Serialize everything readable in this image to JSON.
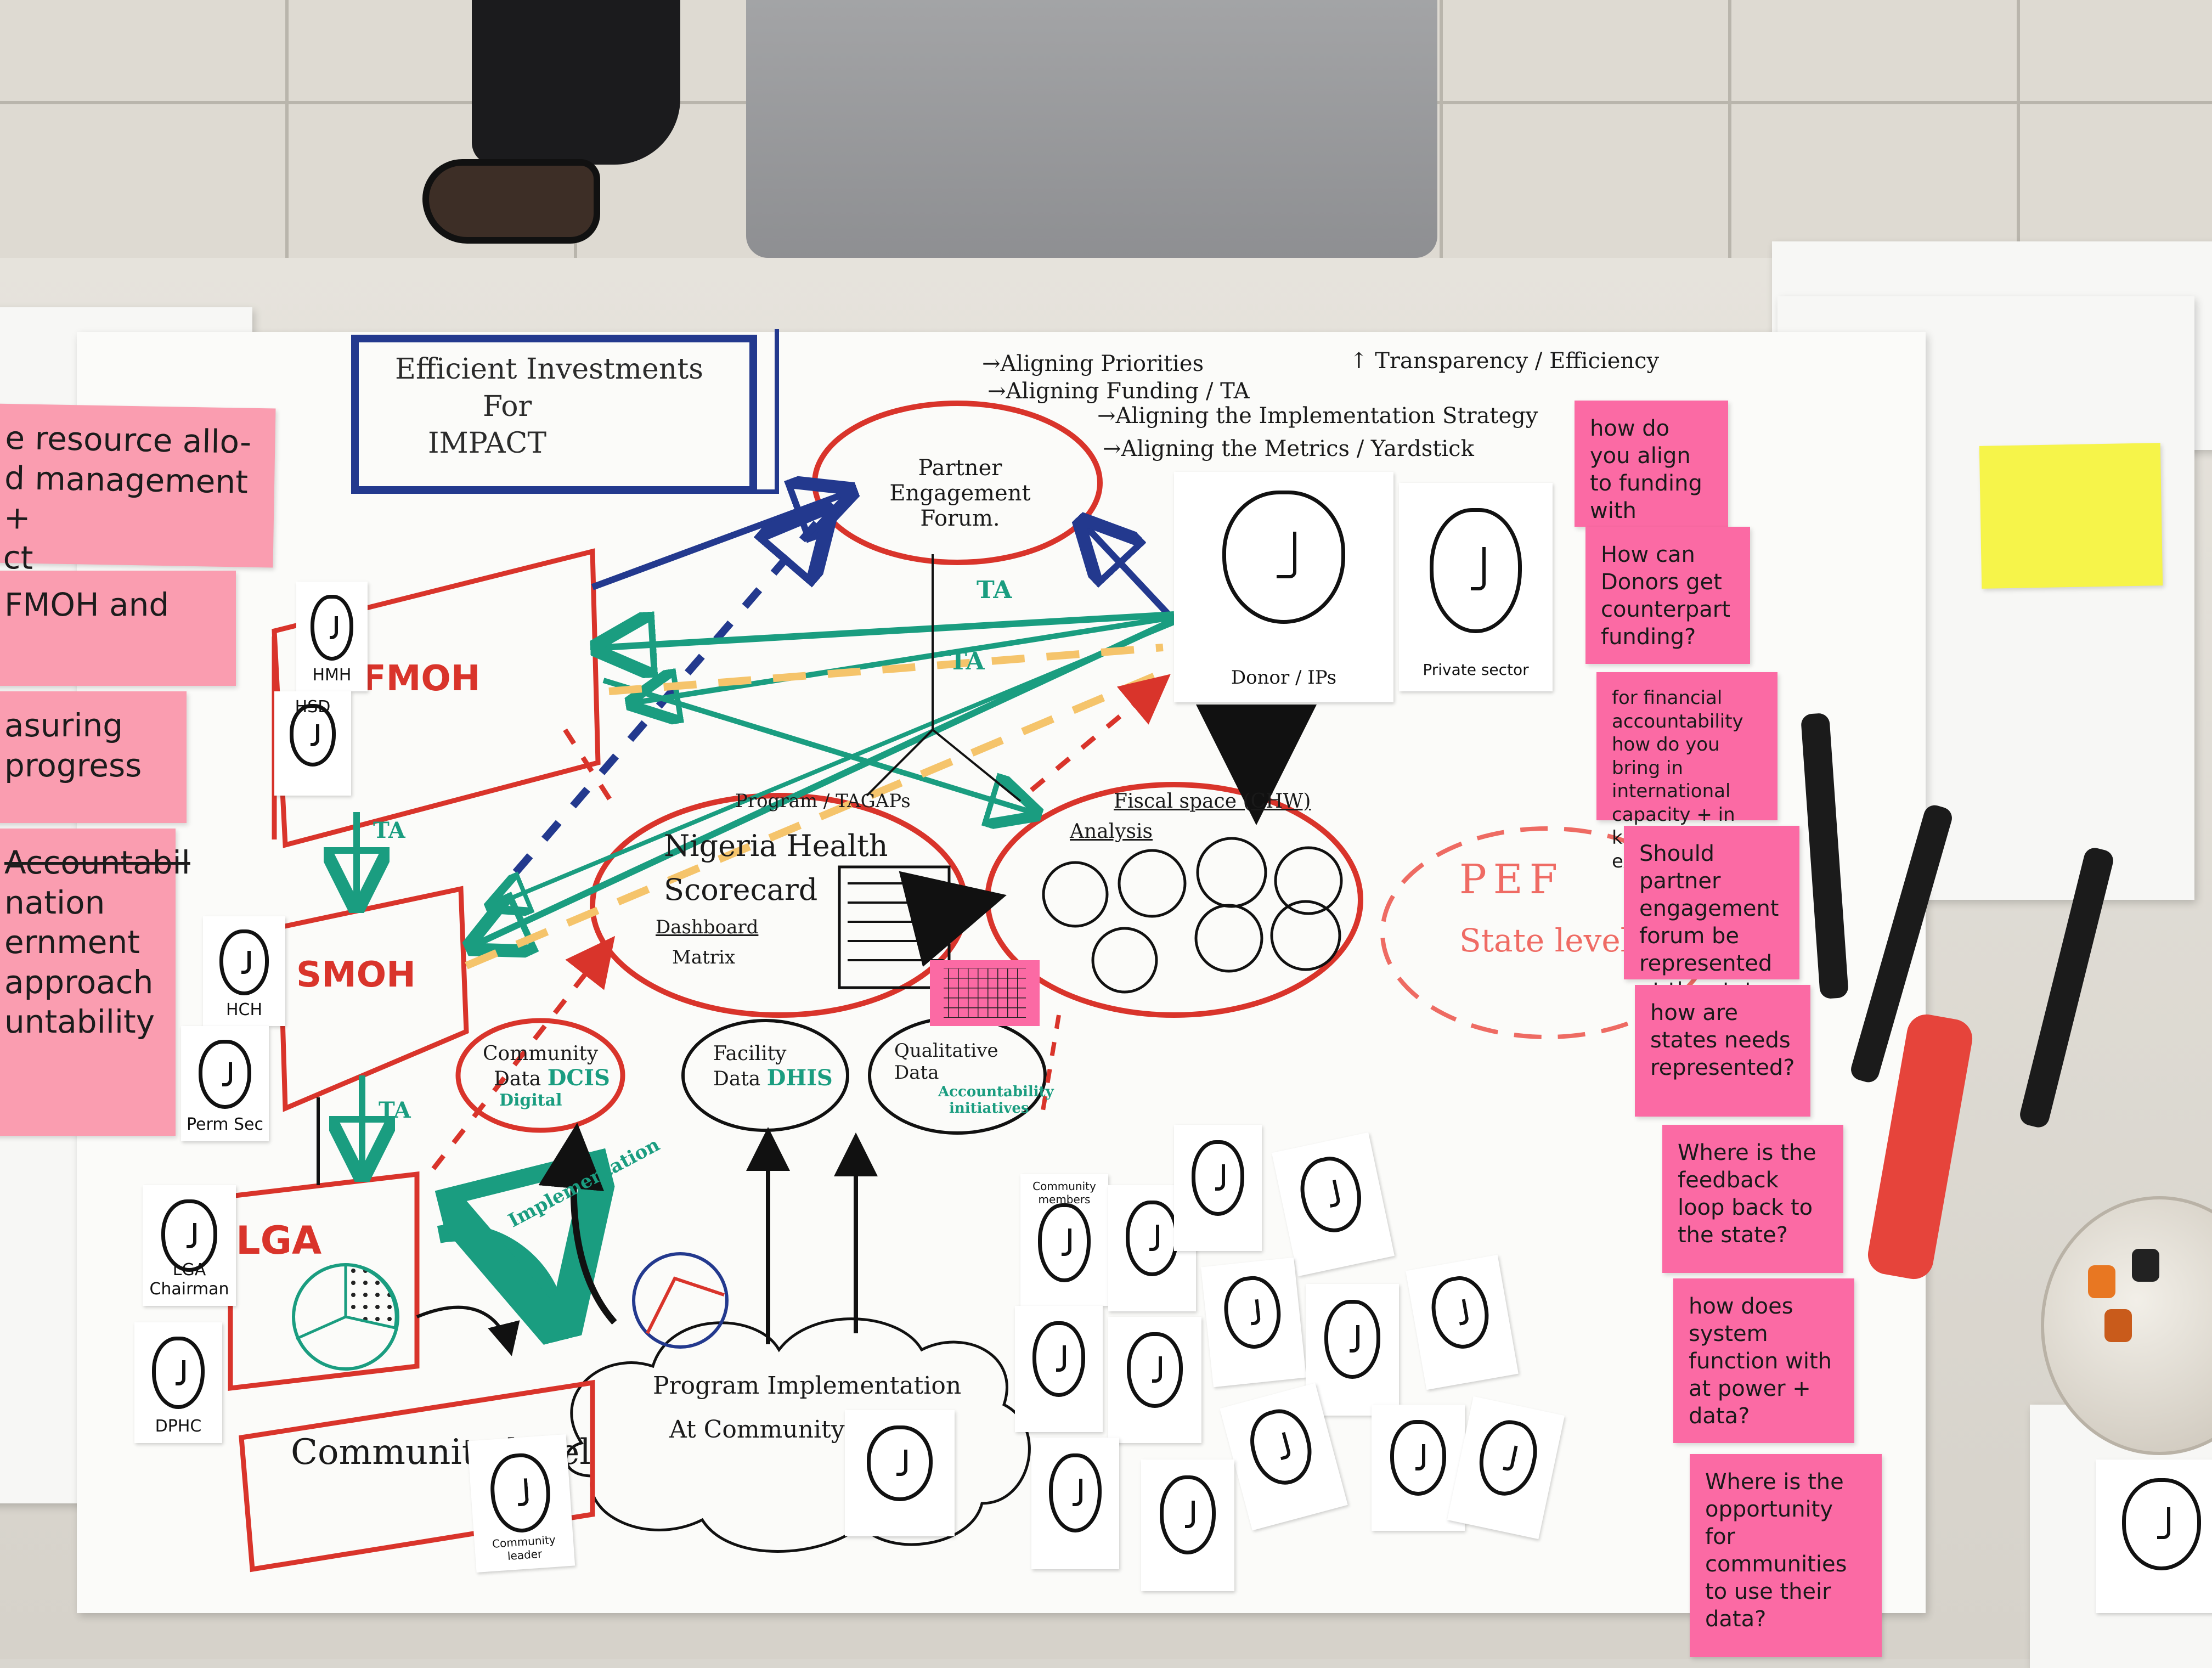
{
  "title": {
    "line1": "Efficient   Investments",
    "line2": "For",
    "line3": "IMPACT"
  },
  "top_notes": {
    "n1": "Aligning Priorities",
    "n2": "Aligning Funding / TA",
    "n3": "Aligning the Implementation Strategy",
    "n4": "Aligning the Metrics / Yardstick",
    "n5": "Transparency / Efficiency"
  },
  "nodes": {
    "pef": {
      "line1": "Partner Engagement",
      "line2": "Forum."
    },
    "scorecard": {
      "header": "Program / TAGAPs",
      "line1": "Nigeria Health",
      "line2": "Scorecard",
      "line3": "Dashboard",
      "line4": "Matrix"
    },
    "fiscal": {
      "line1": "Fiscal space (CHW)",
      "line2": "Analysis"
    },
    "pef_state": {
      "line1": "PEF",
      "line2": "State level"
    },
    "community_data": {
      "line1": "Community",
      "line2": "Data",
      "line3": "DCIS",
      "line4": "Digital"
    },
    "facility_data": {
      "line1": "Facility",
      "line2": "Data",
      "line3": "DHIS"
    },
    "qualitative_data": {
      "line1": "Qualitative",
      "line2": "Data",
      "line3": "Accountability",
      "line4": "initiatives"
    },
    "program_impl": {
      "line1": "Program Implementation",
      "line2": "At Community"
    }
  },
  "boxes": {
    "fmoh": "FMOH",
    "smoh": "SMOH",
    "lga": "LGA",
    "community": "Community level"
  },
  "arrow_labels": {
    "ta1": "TA",
    "ta2": "TA",
    "ta3": "TA",
    "ta4": "TA",
    "implementation": "Implementation"
  },
  "actor_cards": {
    "hmh": "HMH",
    "hsd": "HSD",
    "hch": "HCH",
    "perm_sec": "Perm Sec",
    "lga_chairman": "LGA Chairman",
    "dphc": "DPHC",
    "donor": "Donor / IPs",
    "private": "Private sector",
    "community_members": "Community members",
    "community_leader": "Community leader"
  },
  "left_stickies": {
    "s1": "e resource allo-\nd management +\nct",
    "s2": "FMOH and",
    "s3": "asuring\nprogress",
    "s4": "nation\nernment\napproach\nuntability",
    "s4_strike": "Accountabil"
  },
  "right_stickies": [
    "how do you align to funding with health priorities?",
    "How can Donors get counterpart funding?",
    "for financial accountability how do you bring in international capacity + in kind expenditure?",
    "Should partner engagement forum be represented at the state level",
    "how are states needs represented?",
    "Where is the feedback loop back to the state?",
    "how does system function with at power + data?",
    "Where is the opportunity for communities to use their data?"
  ],
  "colors": {
    "navy": "#23398e",
    "red": "#d9342b",
    "teal": "#1a9d80",
    "orange_dash": "#f5c46b",
    "pink_sticky": "#fb6aa4",
    "salmon_sticky": "#fa9db0",
    "yellow_sticky": "#f6f44a",
    "black": "#111111"
  }
}
